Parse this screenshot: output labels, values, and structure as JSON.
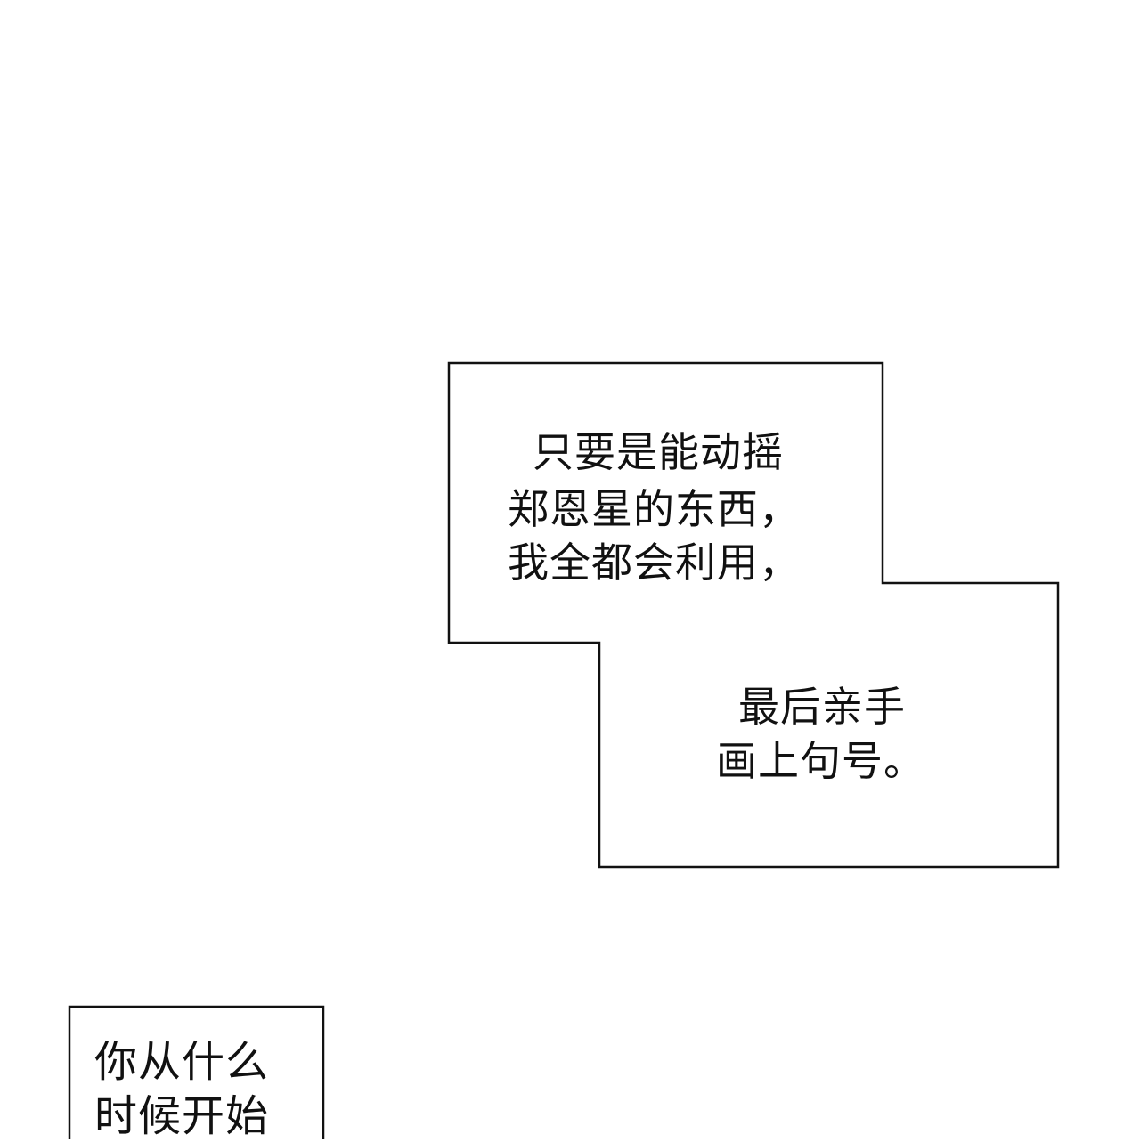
{
  "panel_1": {
    "lines": [
      "只要是能动摇",
      "郑恩星的东西，",
      "我全都会利用，",
      "最后亲手",
      "画上句号。"
    ]
  },
  "panel_2": {
    "lines": [
      "你从什么",
      "时候开始"
    ]
  }
}
